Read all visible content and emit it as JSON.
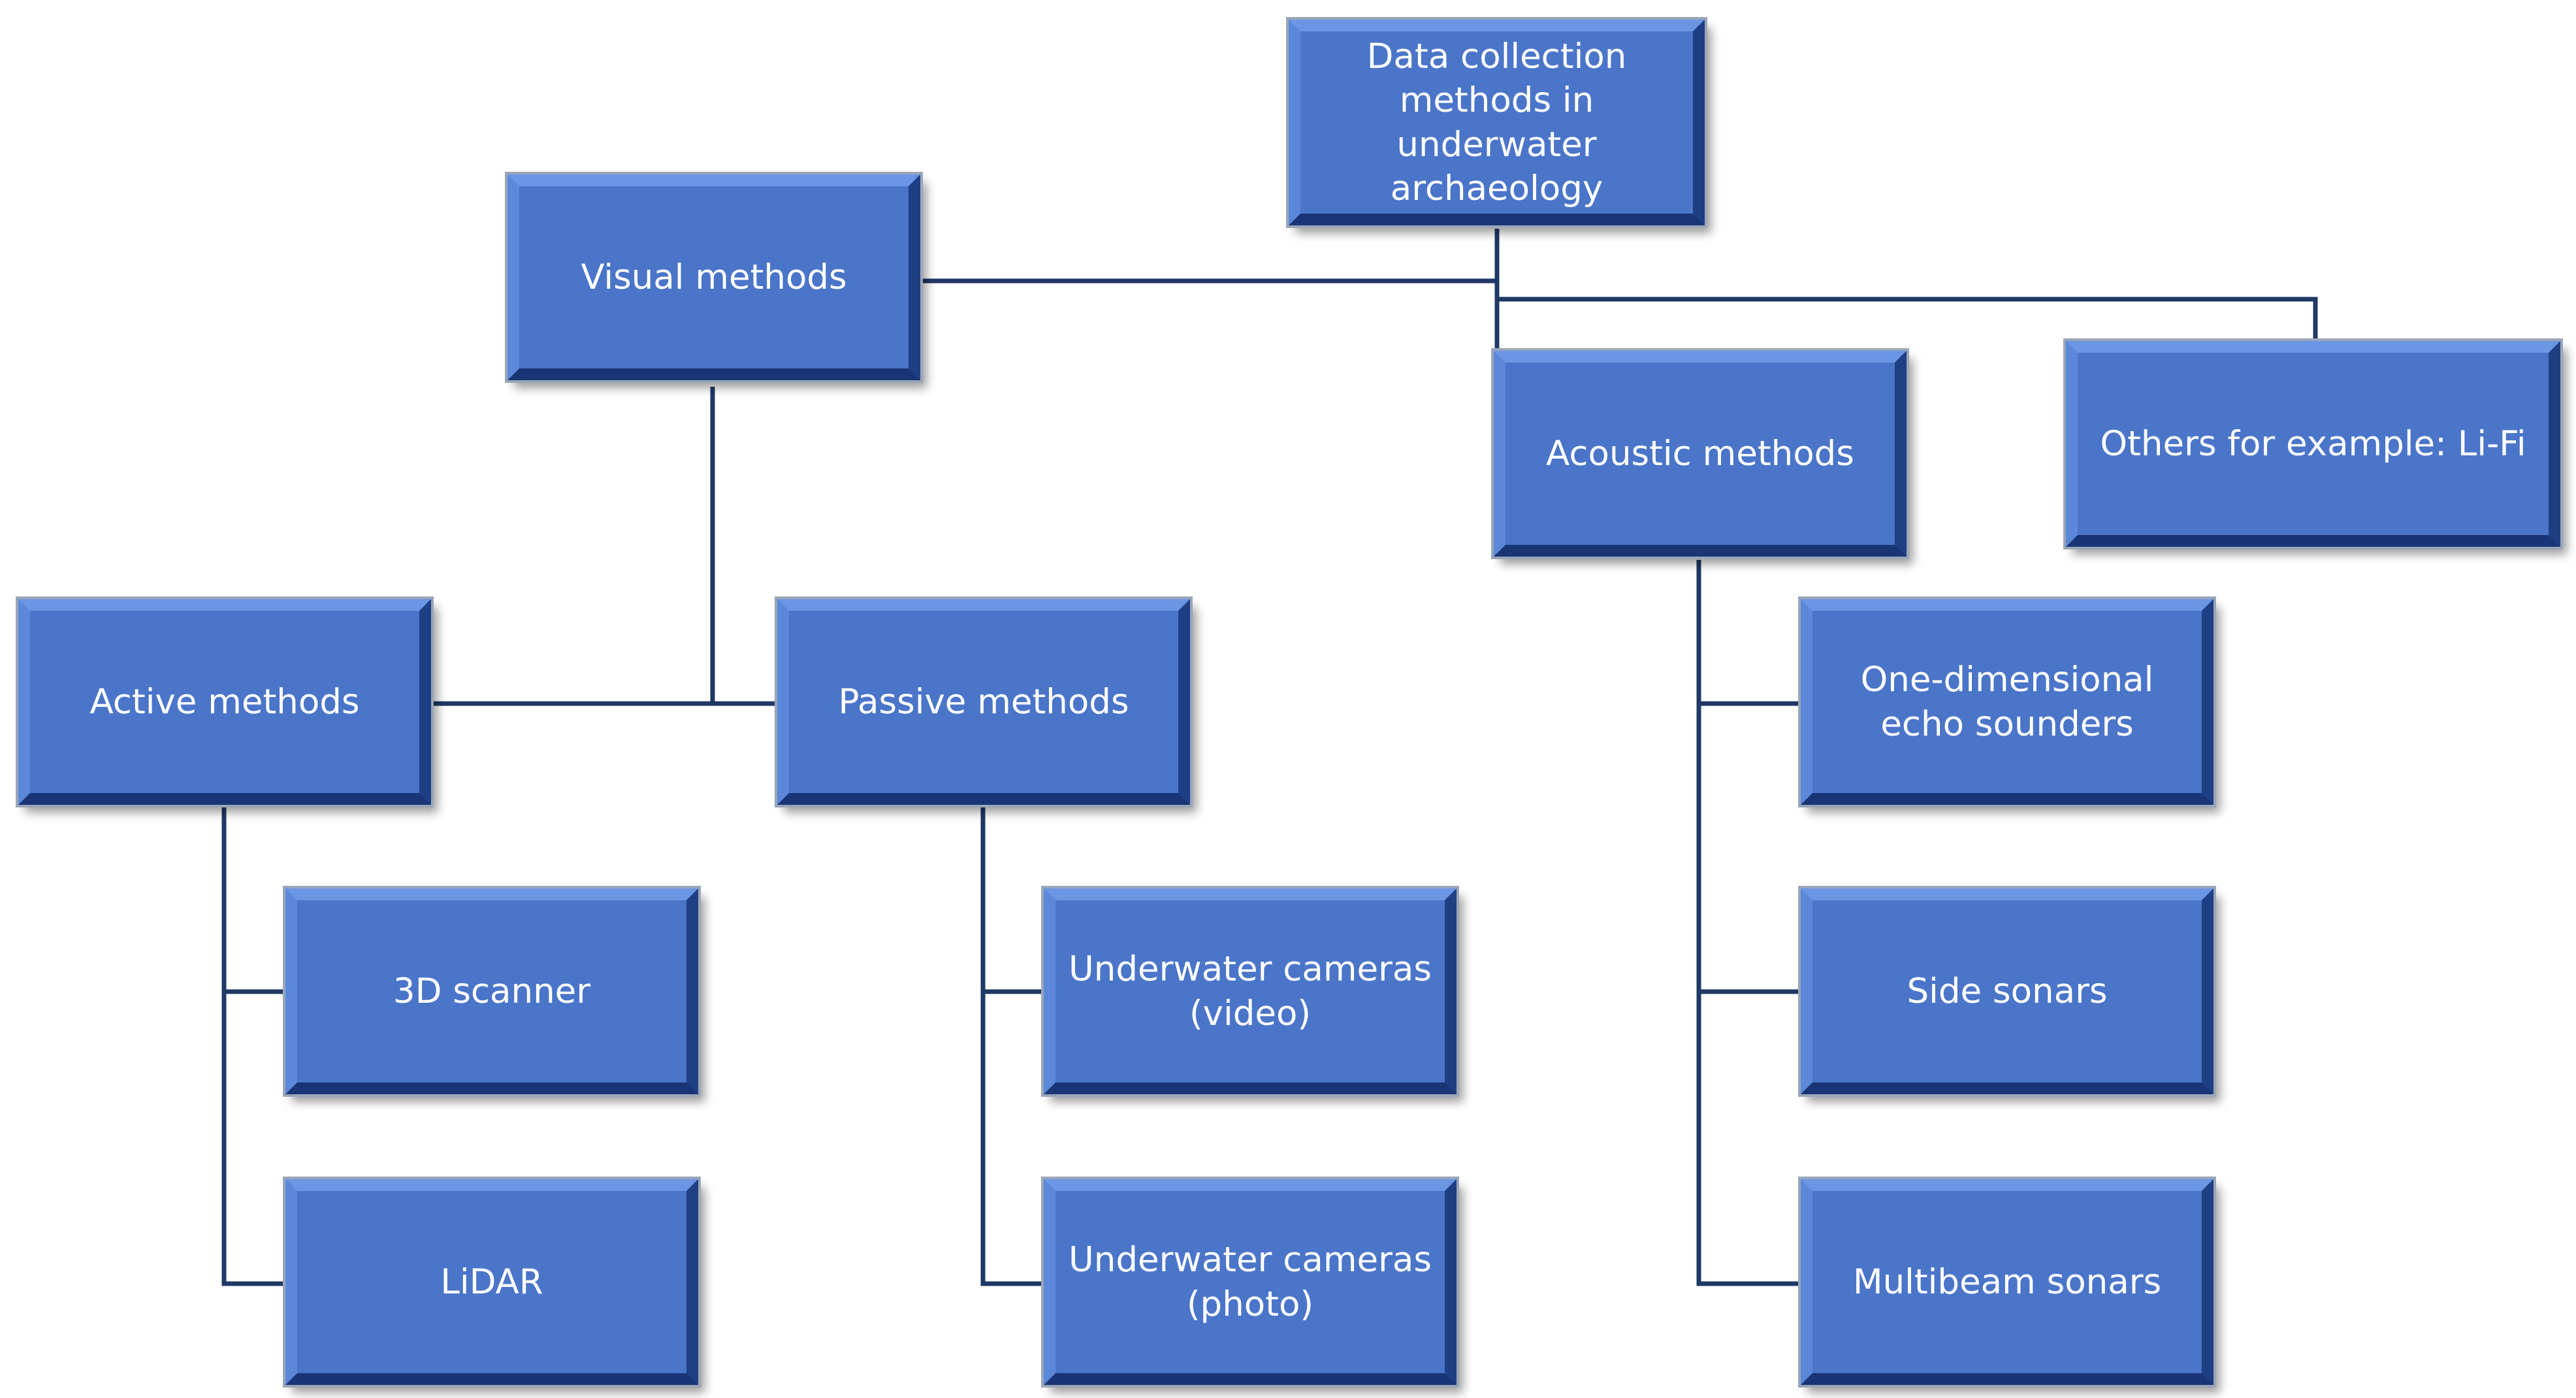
{
  "diagram": {
    "nodes": {
      "root": "Data collection methods in underwater archaeology",
      "visual": "Visual methods",
      "acoustic": "Acoustic methods",
      "others": "Others for example: Li-Fi",
      "active": "Active methods",
      "passive": "Passive methods",
      "scanner3d": "3D scanner",
      "lidar": "LiDAR",
      "cam_video": "Underwater cameras (video)",
      "cam_photo": "Underwater cameras (photo)",
      "echo": "One-dimensional echo sounders",
      "side": "Side sonars",
      "multibeam": "Multibeam sonars"
    },
    "colors": {
      "node_fill": "#4a75c9",
      "connector": "#1f3864",
      "text": "#ffffff"
    }
  }
}
